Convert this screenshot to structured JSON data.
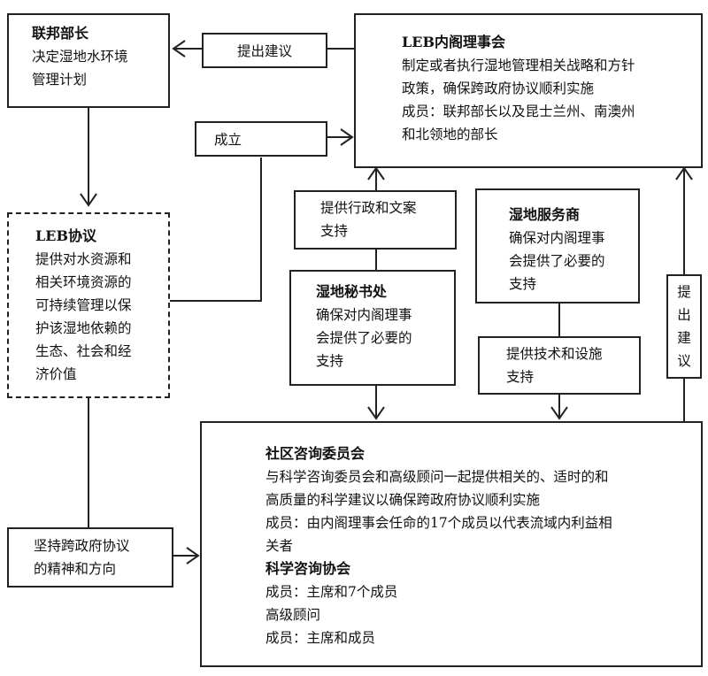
{
  "minister": {
    "title": "联邦部长",
    "lines": [
      "决定湿地水环境",
      "管理计划"
    ]
  },
  "council": {
    "title": "LEB内阁理事会",
    "lines": [
      "制定或者执行湿地管理相关战略和方针",
      "政策，确保跨政府协议顺利实施",
      "成员：联邦部长以及昆士兰州、南澳州",
      "和北领地的部长"
    ]
  },
  "agreement": {
    "title": "LEB协议",
    "lines": [
      "提供对水资源和",
      "相关环境资源的",
      "可持续管理以保",
      "护该湿地依赖的",
      "生态、社会和经",
      "济价值"
    ]
  },
  "secretariat": {
    "title": "湿地秘书处",
    "lines": [
      "确保对内阁理事",
      "会提供了必要的",
      "支持"
    ]
  },
  "service": {
    "title": "湿地服务商",
    "lines": [
      "确保对内阁理事",
      "会提供了必要的",
      "支持"
    ]
  },
  "community": {
    "title": "社区咨询委员会",
    "lines": [
      "与科学咨询委员会和高级顾问一起提供相关的、适时的和",
      "高质量的科学建议以确保跨政府协议顺利实施",
      "成员：由内阁理事会任命的17个成员以代表流域内利益相",
      "关者"
    ],
    "science_title": "科学咨询协会",
    "science_lines": [
      "成员：主席和7个成员",
      "高级顾问",
      "成员：主席和成员"
    ]
  },
  "labels": {
    "propose_top": "提出建议",
    "establish": "成立",
    "admin_support": [
      "提供行政和文案",
      "支持"
    ],
    "tech_support": [
      "提供技术和设施",
      "支持"
    ],
    "propose_right": [
      "提",
      "出",
      "建",
      "议"
    ],
    "uphold": [
      "坚持跨政府协议",
      "的精神和方向"
    ]
  }
}
